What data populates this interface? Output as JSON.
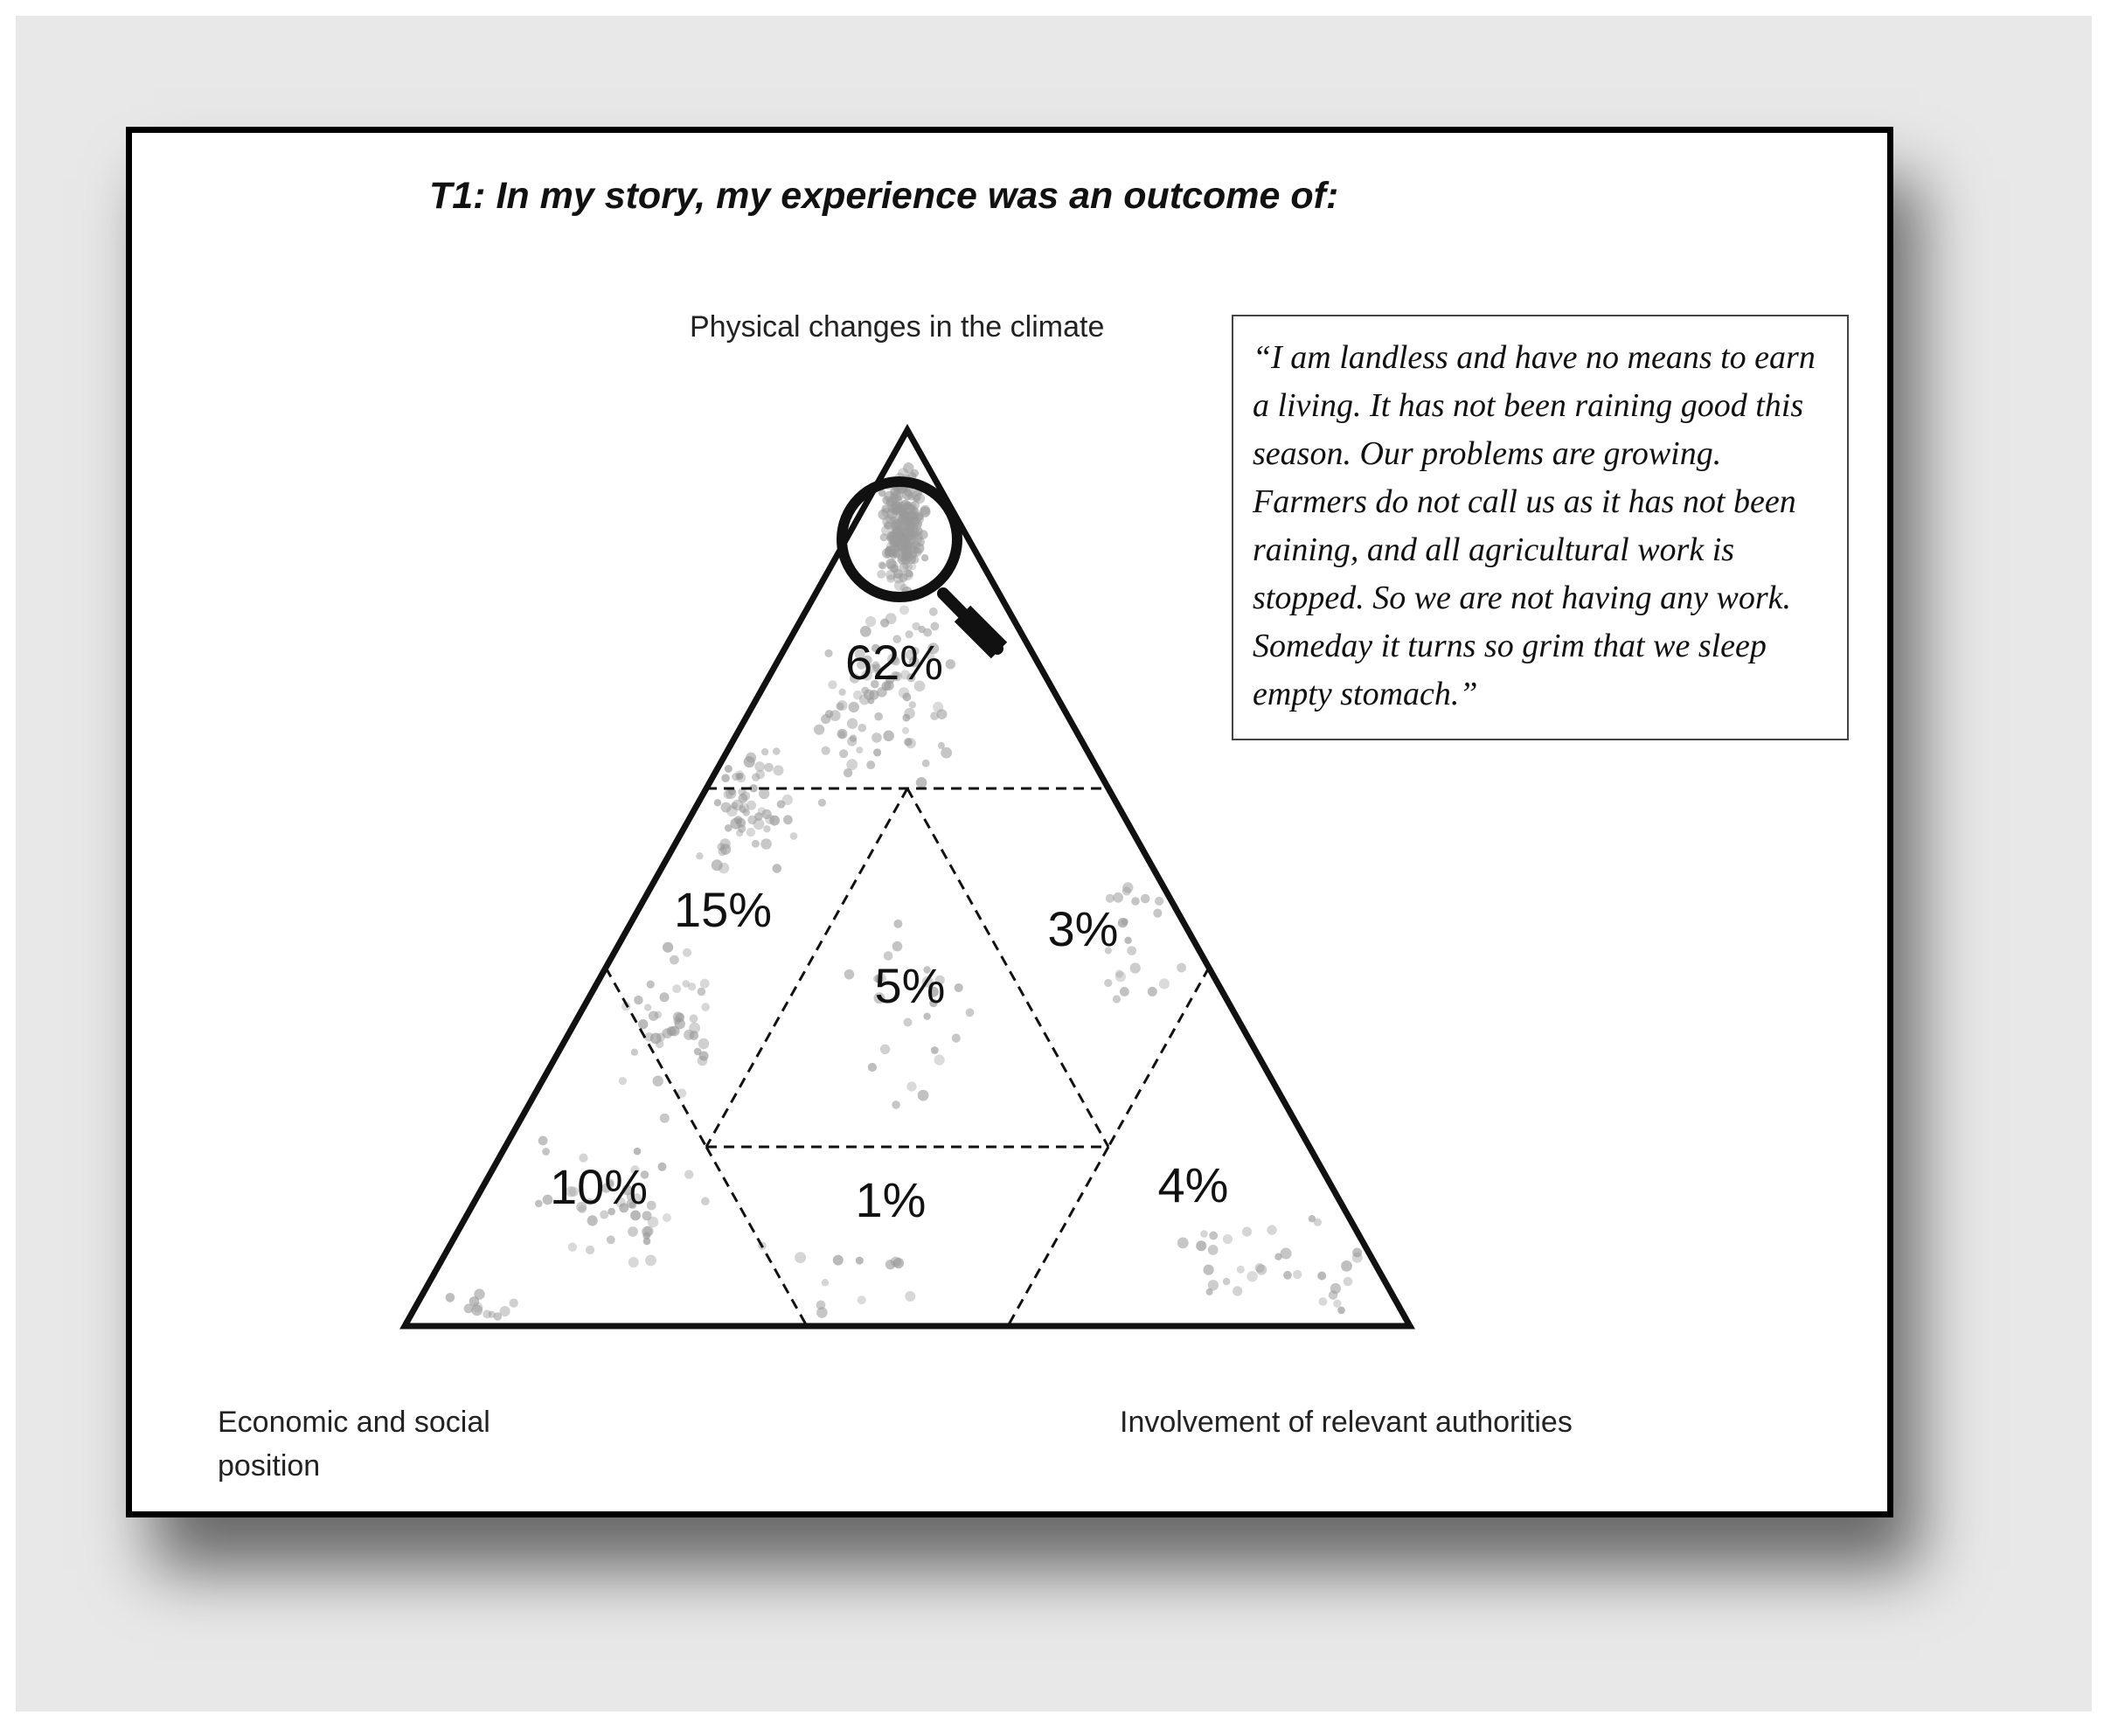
{
  "title": "T1: In my story, my experience was an outcome of:",
  "vertices": {
    "top": "Physical changes in the climate",
    "bottom_left": "Economic and social position",
    "bottom_right": "Involvement of relevant authorities"
  },
  "regions": [
    {
      "id": "top-corner",
      "label": "62%"
    },
    {
      "id": "top-left-side",
      "label": "15%"
    },
    {
      "id": "top-right-side",
      "label": "3%"
    },
    {
      "id": "center",
      "label": "5%"
    },
    {
      "id": "bottom-left-corner",
      "label": "10%"
    },
    {
      "id": "bottom-side",
      "label": "1%"
    },
    {
      "id": "bottom-right-corner",
      "label": "4%"
    }
  ],
  "quote": "“I am landless and have no means to earn a living. It has not been raining good this season. Our problems are growing. Farmers do not call us as it has not been raining, and all agricultural work is stopped. So we are not having any work. Someday it turns so grim that we sleep empty stomach.”",
  "icon": "magnifier-icon",
  "colors": {
    "ink": "#111111",
    "dots": "#9a9a9a",
    "background": "#e8e8e8"
  }
}
